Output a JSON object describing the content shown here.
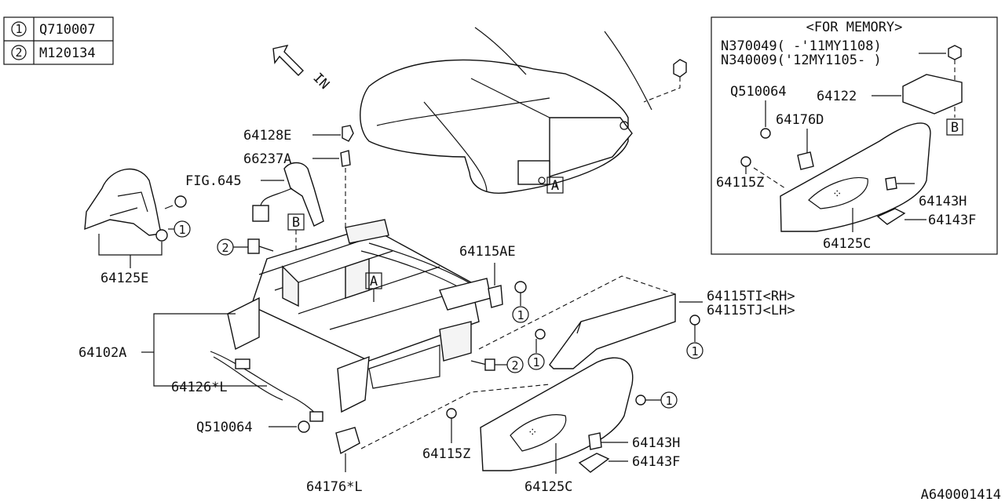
{
  "legend": [
    {
      "num": "1",
      "code": "Q710007"
    },
    {
      "num": "2",
      "code": "M120134"
    }
  ],
  "direction_label": "IN",
  "memory_box": {
    "title": "<FOR MEMORY>",
    "n1": "N370049( -'11MY1108)",
    "n2": "N340009('12MY1105- )",
    "q": "Q510064",
    "p64122": "64122",
    "p64176d": "64176D",
    "p64115z": "64115Z",
    "p64143h": "64143H",
    "p64143f": "64143F",
    "p64125c": "64125C",
    "ref_b": "B"
  },
  "labels": {
    "p64128e": "64128E",
    "p66237a": "66237A",
    "fig645": "FIG.645",
    "p64125e": "64125E",
    "p64102a": "64102A",
    "p64126l": "64126*L",
    "q510064": "Q510064",
    "p64176l": "64176*L",
    "p64115ae": "64115AE",
    "p64115ti": "64115TI<RH>",
    "p64115tj": "64115TJ<LH>",
    "p64115z": "64115Z",
    "p64125c": "64125C",
    "p64143h": "64143H",
    "p64143f": "64143F",
    "ref_a": "A",
    "ref_b": "B",
    "c1": "1",
    "c2": "2"
  },
  "diagram_id": "A640001414"
}
